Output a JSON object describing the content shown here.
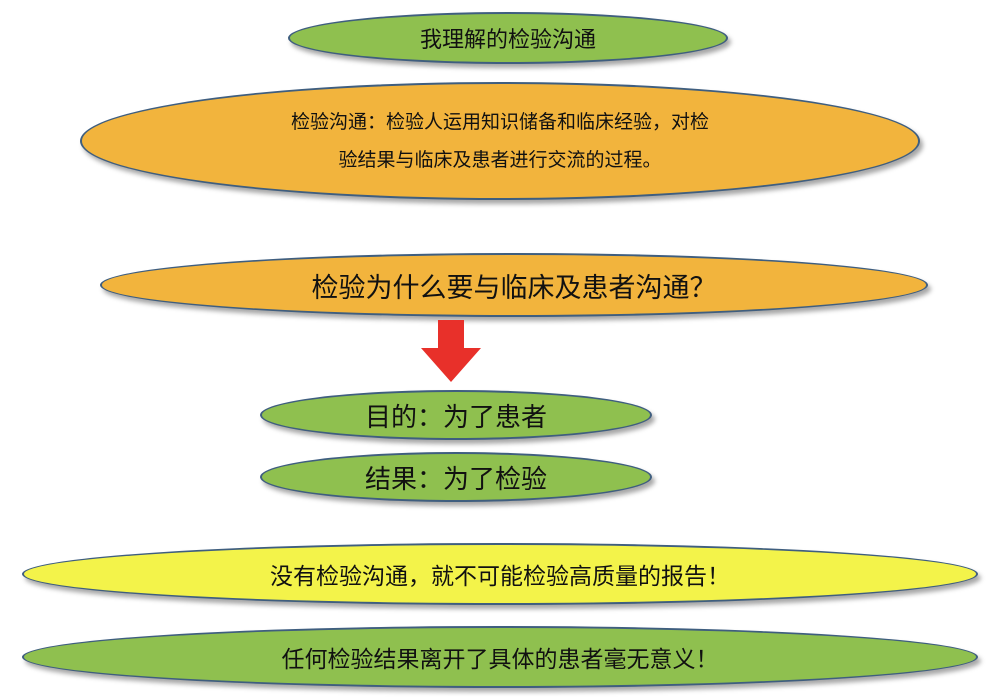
{
  "title": "我理解的检验沟通",
  "definition": {
    "line1": "检验沟通：检验人运用知识储备和临床经验，对检",
    "line2": "验结果与临床及患者进行交流的过程。"
  },
  "question": "检验为什么要与临床及患者沟通？",
  "purpose": "目的：为了患者",
  "result": "结果：为了检验",
  "statements": {
    "quality": "没有检验沟通，就不可能检验高质量的报告！",
    "meaning": "任何检验结果离开了具体的患者毫无意义！"
  },
  "colors": {
    "green": "#8fc04f",
    "orange": "#f2b43d",
    "yellow": "#f3f34a",
    "arrow": "#e8302a",
    "border": "#3f5e7f"
  },
  "icons": {
    "arrow": "down-arrow-icon"
  }
}
